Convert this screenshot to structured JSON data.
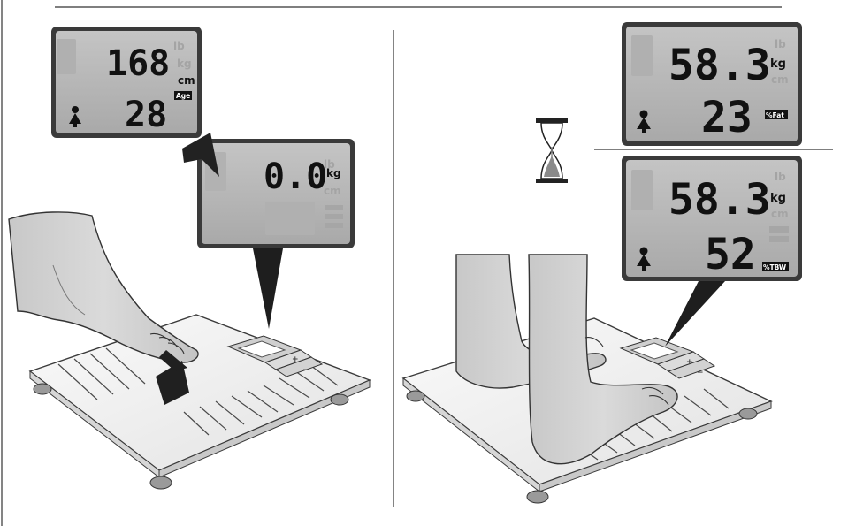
{
  "left_panel": {
    "display_height_age": {
      "height_value": "168",
      "height_unit": "cm",
      "age_value": "28",
      "age_badge": "Age",
      "ghost_lb": "lb",
      "ghost_kg": "kg"
    },
    "display_zero": {
      "weight_value": "0.0",
      "weight_unit": "kg",
      "ghost_lb": "lb",
      "ghost_cm": "cm"
    }
  },
  "right_panel": {
    "display_fat": {
      "weight_value": "58.3",
      "weight_unit": "kg",
      "fat_value": "23",
      "fat_badge": "%Fat",
      "ghost_lb": "lb",
      "ghost_cm": "cm"
    },
    "display_water": {
      "weight_value": "58.3",
      "weight_unit": "kg",
      "water_value": "52",
      "water_badge": "%TBW",
      "ghost_lb": "lb",
      "ghost_cm": "cm"
    }
  },
  "scale_keys": {
    "plus": "+",
    "minus": "−"
  },
  "colors": {
    "lcd_frame": "#3a3a3a",
    "lcd_screen": "#bcbcbc",
    "skin": "#d2d2d2",
    "scale_body": "#f4f4f4"
  },
  "icons": [
    "person-icon",
    "hourglass-icon",
    "down-arrow-icon",
    "foot-icon"
  ]
}
